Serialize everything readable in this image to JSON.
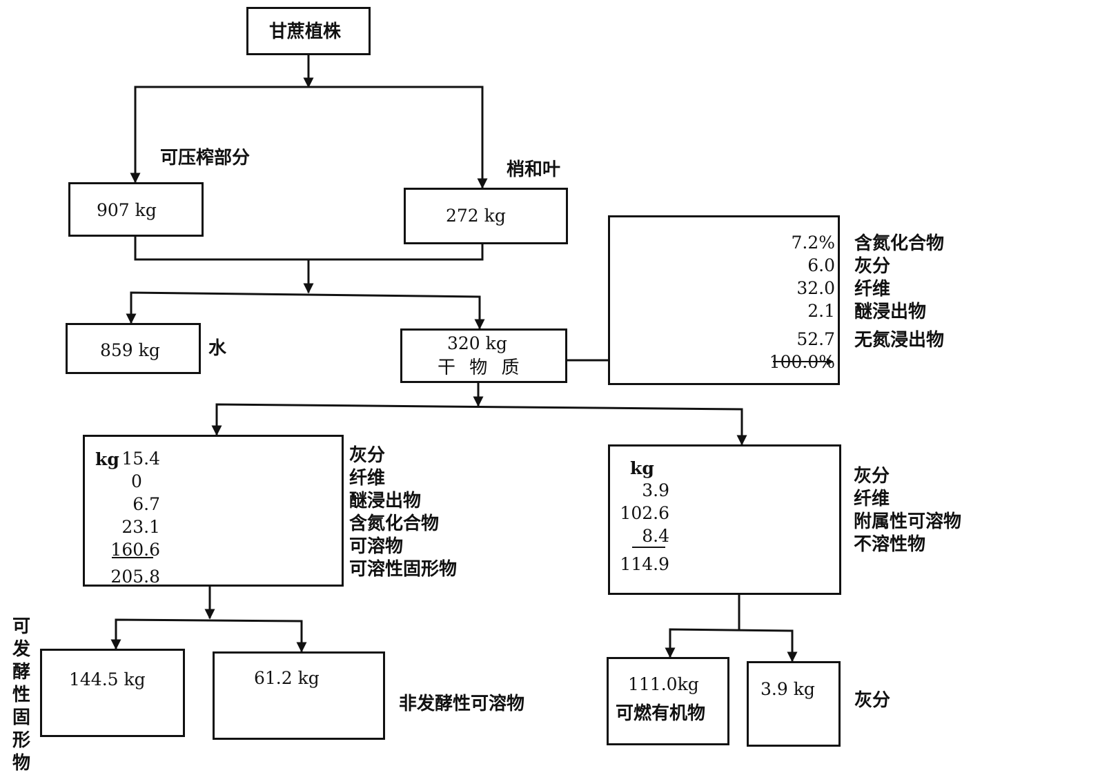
{
  "root": {
    "label": "甘蔗植株"
  },
  "branches": {
    "pressable": {
      "label": "可压榨部分",
      "amount": "907 kg"
    },
    "tops": {
      "label": "梢和叶",
      "amount": "272 kg"
    }
  },
  "water": {
    "amount": "859 kg",
    "label": "水"
  },
  "dry_matter": {
    "amount": "320 kg",
    "label": "干 物 质",
    "composition": {
      "values": [
        "7.2%",
        "6.0",
        "32.0",
        "2.1",
        "52.7"
      ],
      "total": "100.0%",
      "labels": [
        "含氮化合物",
        "灰分",
        "纤维",
        "醚浸出物",
        "无氮浸出物"
      ]
    }
  },
  "soluble_solids": {
    "unit": "kg",
    "values": [
      "15.4",
      "0",
      "6.7",
      "23.1",
      "160.6"
    ],
    "total": "205.8",
    "labels": [
      "灰分",
      "纤维",
      "醚浸出物",
      "含氮化合物",
      "可溶物",
      "可溶性固形物"
    ]
  },
  "insoluble": {
    "unit": "kg",
    "values": [
      "3.9",
      "102.6",
      "8.4"
    ],
    "total": "114.9",
    "labels": [
      "灰分",
      "纤维",
      "附属性可溶物",
      "不溶性物"
    ]
  },
  "fermentable": {
    "amount": "144.5 kg",
    "label_chars": [
      "可",
      "发",
      "酵",
      "性",
      "固",
      "形",
      "物"
    ]
  },
  "non_fermentable": {
    "amount": "61.2 kg",
    "label": "非发酵性可溶物"
  },
  "combustible": {
    "amount": "111.0kg",
    "label": "可燃有机物"
  },
  "ash": {
    "amount": "3.9 kg",
    "label": "灰分"
  }
}
